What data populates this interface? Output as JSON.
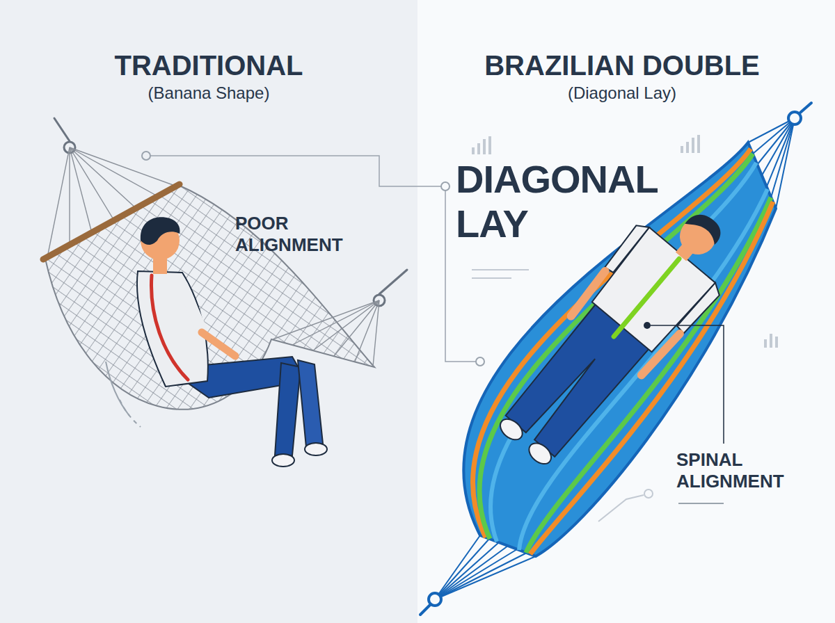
{
  "diagram": {
    "labels": [
      "TRADITIONAL",
      "(Banana Shape)",
      "POOR ALIGNMENT",
      "BRAZILIAN DOUBLE",
      "(Diagonal Lay)",
      "DIAGONAL LAY",
      "SPINAL ALIGNMENT"
    ]
  }
}
